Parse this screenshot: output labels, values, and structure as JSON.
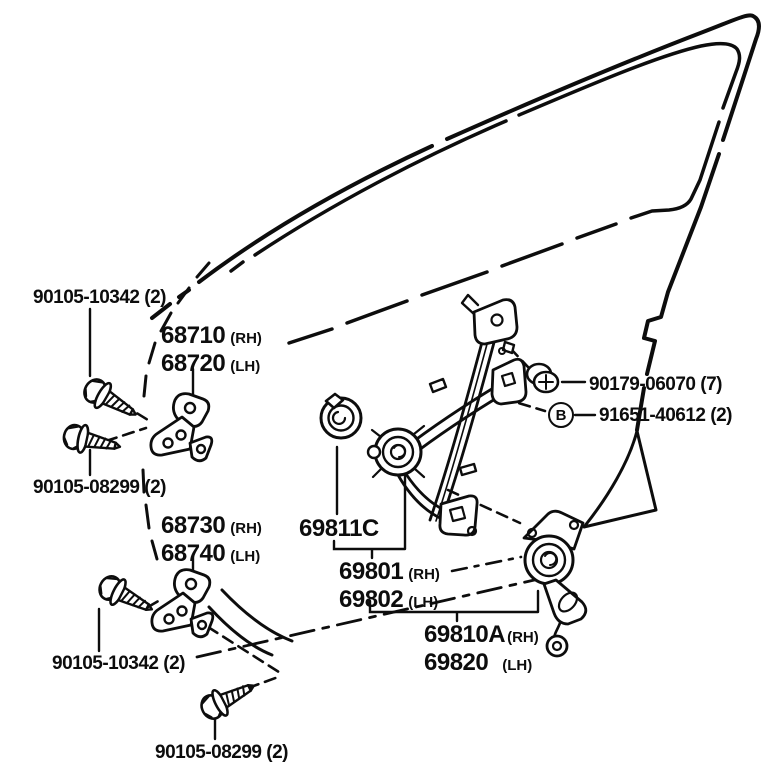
{
  "diagram": {
    "colors": {
      "line": "#0d0d0d",
      "background": "#ffffff"
    },
    "labels": {
      "bolt_10342_top": "90105-10342 (2)",
      "bolt_08299_left": "90105-08299 (2)",
      "bolt_10342_bottom": "90105-10342 (2)",
      "bolt_08299_bottom": "90105-08299 (2)",
      "nut_90179": "90179-06070 (7)",
      "clip_symbol": "B",
      "clip_91651": "91651-40612 (2)",
      "hinge_upper": {
        "rh_no": "68710",
        "rh": "(RH)",
        "lh_no": "68720",
        "lh": "(LH)"
      },
      "hinge_lower": {
        "rh_no": "68730",
        "rh": "(RH)",
        "lh_no": "68740",
        "lh": "(LH)"
      },
      "grommet_69811c": "69811C",
      "regulator": {
        "rh_no": "69801",
        "rh": "(RH)",
        "lh_no": "69802",
        "lh": "(LH)"
      },
      "motor": {
        "rh_no": "69810A",
        "rh": "(RH)",
        "lh_no": "69820",
        "lh": "(LH)"
      }
    }
  }
}
